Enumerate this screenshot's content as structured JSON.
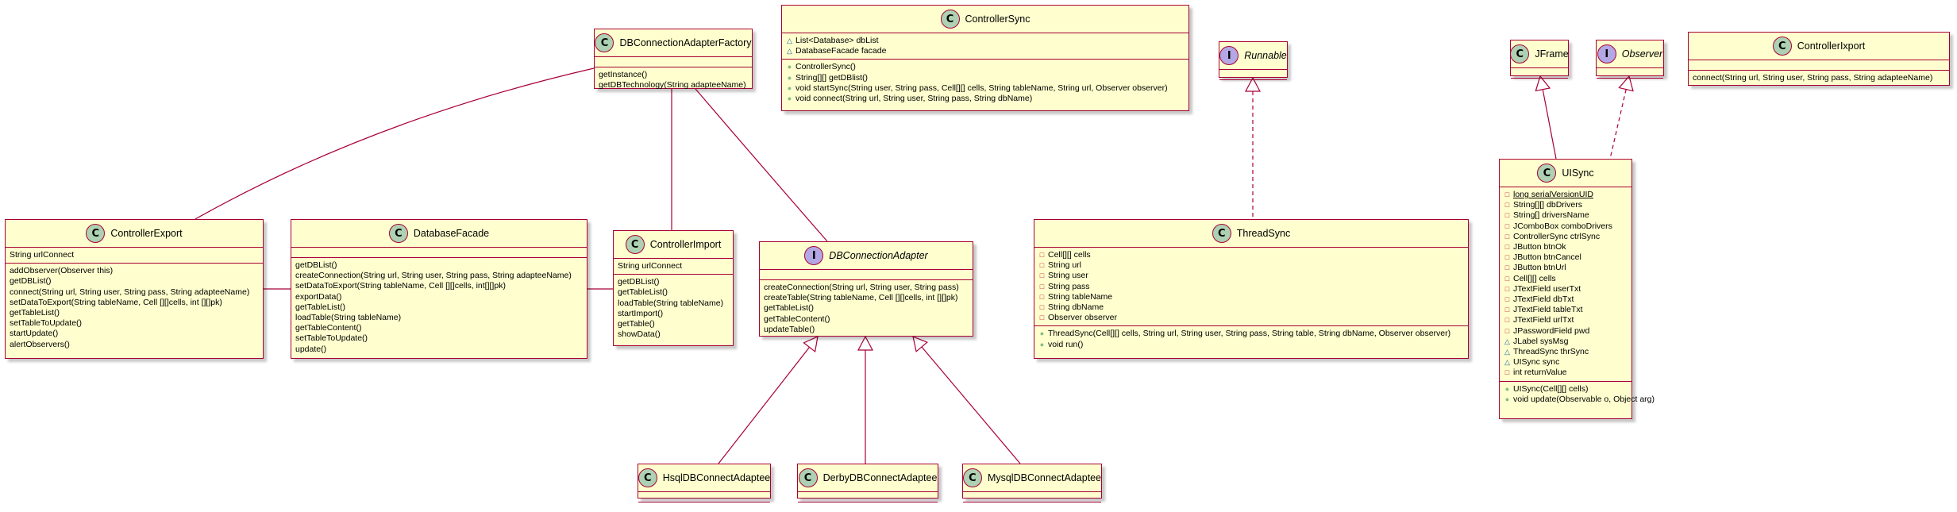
{
  "colors": {
    "fill": "#FEFECE",
    "border": "#A80036",
    "class_badge": "#ADD1B2",
    "interface_badge": "#B4A7E5"
  },
  "badges": {
    "class": "C",
    "interface": "I"
  },
  "visibility_icons": {
    "public": "●",
    "private": "□",
    "package": "△"
  },
  "classes": [
    {
      "name": "DBConnectionAdapterFactory",
      "kind": "class",
      "fields": [],
      "methods": [
        {
          "vis": "",
          "text": "getInstance()"
        },
        {
          "vis": "",
          "text": "getDBTechnology(String adapteeName)"
        }
      ]
    },
    {
      "name": "ControllerSync",
      "kind": "class",
      "fields": [
        {
          "vis": "package",
          "text": "List<Database> dbList"
        },
        {
          "vis": "package",
          "text": "DatabaseFacade facade"
        }
      ],
      "methods": [
        {
          "vis": "public",
          "text": "ControllerSync()"
        },
        {
          "vis": "public",
          "text": "String[][] getDBlist()"
        },
        {
          "vis": "public",
          "text": "void startSync(String user, String pass, Cell[][] cells, String tableName, String url, Observer observer)"
        },
        {
          "vis": "public",
          "text": "void connect(String url, String user, String pass, String dbName)"
        }
      ]
    },
    {
      "name": "Runnable",
      "kind": "interface",
      "fields": [],
      "methods": []
    },
    {
      "name": "JFrame",
      "kind": "class",
      "fields": [],
      "methods": []
    },
    {
      "name": "Observer",
      "kind": "interface",
      "fields": [],
      "methods": []
    },
    {
      "name": "ControllerIxport",
      "kind": "class",
      "fields": [],
      "methods": [
        {
          "vis": "",
          "text": "connect(String url, String user, String pass, String adapteeName)"
        }
      ]
    },
    {
      "name": "ControllerExport",
      "kind": "class",
      "fields": [
        {
          "vis": "",
          "text": "String urlConnect"
        }
      ],
      "methods": [
        {
          "vis": "",
          "text": "addObserver(Observer this)"
        },
        {
          "vis": "",
          "text": "getDBList()"
        },
        {
          "vis": "",
          "text": "connect(String url, String user, String pass, String adapteeName)"
        },
        {
          "vis": "",
          "text": "setDataToExport(String tableName, Cell [][]cells, int [][]pk)"
        },
        {
          "vis": "",
          "text": "getTableList()"
        },
        {
          "vis": "",
          "text": "setTableToUpdate()"
        },
        {
          "vis": "",
          "text": "startUpdate()"
        },
        {
          "vis": "",
          "text": "alertObservers()"
        }
      ]
    },
    {
      "name": "DatabaseFacade",
      "kind": "class",
      "fields": [],
      "methods": [
        {
          "vis": "",
          "text": "getDBList()"
        },
        {
          "vis": "",
          "text": "createConnection(String url, String user, String pass, String adapteeName)"
        },
        {
          "vis": "",
          "text": "setDataToExport(String tableName, Cell [][]cells, int[][]pk)"
        },
        {
          "vis": "",
          "text": "exportData()"
        },
        {
          "vis": "",
          "text": "getTableList()"
        },
        {
          "vis": "",
          "text": "loadTable(String tableName)"
        },
        {
          "vis": "",
          "text": "getTableContent()"
        },
        {
          "vis": "",
          "text": "setTableToUpdate()"
        },
        {
          "vis": "",
          "text": "update()"
        }
      ]
    },
    {
      "name": "ControllerImport",
      "kind": "class",
      "fields": [
        {
          "vis": "",
          "text": "String urlConnect"
        }
      ],
      "methods": [
        {
          "vis": "",
          "text": "getDBList()"
        },
        {
          "vis": "",
          "text": "getTableList()"
        },
        {
          "vis": "",
          "text": "loadTable(String tableName)"
        },
        {
          "vis": "",
          "text": "startImport()"
        },
        {
          "vis": "",
          "text": "getTable()"
        },
        {
          "vis": "",
          "text": "showData()"
        }
      ]
    },
    {
      "name": "DBConnectionAdapter",
      "kind": "interface",
      "fields": [],
      "methods": [
        {
          "vis": "",
          "text": "createConnection(String url, String user, String pass)"
        },
        {
          "vis": "",
          "text": "createTable(String tableName, Cell [][]cells, int [][]pk)"
        },
        {
          "vis": "",
          "text": "getTableList()"
        },
        {
          "vis": "",
          "text": "getTableContent()"
        },
        {
          "vis": "",
          "text": "updateTable()"
        }
      ]
    },
    {
      "name": "ThreadSync",
      "kind": "class",
      "fields": [
        {
          "vis": "private",
          "text": "Cell[][] cells"
        },
        {
          "vis": "private",
          "text": "String url"
        },
        {
          "vis": "private",
          "text": "String user"
        },
        {
          "vis": "private",
          "text": "String pass"
        },
        {
          "vis": "private",
          "text": "String tableName"
        },
        {
          "vis": "private",
          "text": "String dbName"
        },
        {
          "vis": "private",
          "text": "Observer observer"
        }
      ],
      "methods": [
        {
          "vis": "public",
          "text": "ThreadSync(Cell[][] cells, String url, String user, String pass, String table, String dbName, Observer observer)"
        },
        {
          "vis": "public",
          "text": "void run()"
        }
      ]
    },
    {
      "name": "UISync",
      "kind": "class",
      "fields": [
        {
          "vis": "private",
          "text": "long serialVersionUID",
          "static": true
        },
        {
          "vis": "private",
          "text": "String[][] dbDrivers"
        },
        {
          "vis": "private",
          "text": "String[] driversName"
        },
        {
          "vis": "private",
          "text": "JComboBox comboDrivers"
        },
        {
          "vis": "private",
          "text": "ControllerSync ctrlSync"
        },
        {
          "vis": "private",
          "text": "JButton btnOk"
        },
        {
          "vis": "private",
          "text": "JButton btnCancel"
        },
        {
          "vis": "private",
          "text": "JButton btnUrl"
        },
        {
          "vis": "private",
          "text": "Cell[][] cells"
        },
        {
          "vis": "private",
          "text": "JTextField userTxt"
        },
        {
          "vis": "private",
          "text": "JTextField dbTxt"
        },
        {
          "vis": "private",
          "text": "JTextField tableTxt"
        },
        {
          "vis": "private",
          "text": "JTextField urlTxt"
        },
        {
          "vis": "private",
          "text": "JPasswordField pwd"
        },
        {
          "vis": "package",
          "text": "JLabel sysMsg"
        },
        {
          "vis": "package",
          "text": "ThreadSync thrSync"
        },
        {
          "vis": "package",
          "text": "UISync sync"
        },
        {
          "vis": "private",
          "text": "int returnValue"
        }
      ],
      "methods": [
        {
          "vis": "public",
          "text": "UISync(Cell[][] cells)"
        },
        {
          "vis": "public",
          "text": "void update(Observable o, Object arg)"
        }
      ]
    },
    {
      "name": "HsqlDBConnectAdaptee",
      "kind": "class",
      "fields": [],
      "methods": []
    },
    {
      "name": "DerbyDBConnectAdaptee",
      "kind": "class",
      "fields": [],
      "methods": []
    },
    {
      "name": "MysqlDBConnectAdaptee",
      "kind": "class",
      "fields": [],
      "methods": []
    }
  ],
  "relations": [
    {
      "from": "DBConnectionAdapterFactory",
      "to": "ControllerExport",
      "type": "association"
    },
    {
      "from": "DBConnectionAdapterFactory",
      "to": "ControllerImport",
      "type": "association"
    },
    {
      "from": "DBConnectionAdapterFactory",
      "to": "DBConnectionAdapter",
      "type": "association"
    },
    {
      "from": "ControllerExport",
      "to": "DatabaseFacade",
      "type": "association"
    },
    {
      "from": "DatabaseFacade",
      "to": "ControllerImport",
      "type": "association"
    },
    {
      "from": "HsqlDBConnectAdaptee",
      "to": "DBConnectionAdapter",
      "type": "realization"
    },
    {
      "from": "DerbyDBConnectAdaptee",
      "to": "DBConnectionAdapter",
      "type": "realization"
    },
    {
      "from": "MysqlDBConnectAdaptee",
      "to": "DBConnectionAdapter",
      "type": "realization"
    },
    {
      "from": "ThreadSync",
      "to": "Runnable",
      "type": "implements"
    },
    {
      "from": "UISync",
      "to": "JFrame",
      "type": "extends"
    },
    {
      "from": "UISync",
      "to": "Observer",
      "type": "implements"
    }
  ]
}
